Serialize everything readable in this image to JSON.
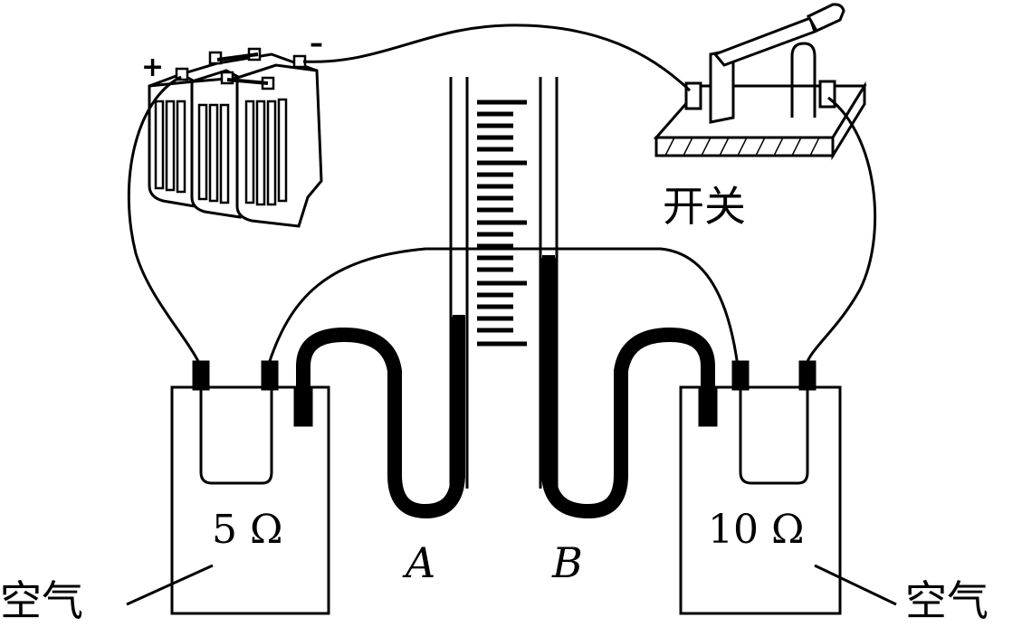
{
  "battery": {
    "plus": "+",
    "minus": "–"
  },
  "switch": {
    "label": "开关"
  },
  "containers": {
    "left": {
      "resistance": "5 Ω",
      "medium": "空气"
    },
    "right": {
      "resistance": "10 Ω",
      "medium": "空气"
    }
  },
  "tubes": {
    "a": "A",
    "b": "B"
  },
  "colors": {
    "line": "#000000",
    "background": "#ffffff"
  }
}
